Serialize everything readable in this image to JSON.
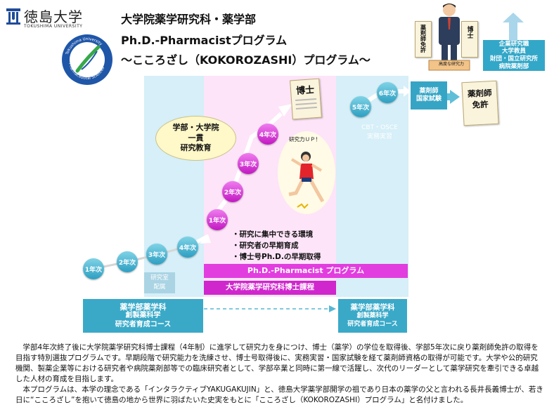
{
  "header": {
    "university_name": "徳島大学",
    "university_name_en": "TOKUSHIMA UNIVERSITY",
    "logo_text_top": "Tokushima University",
    "logo_text_bottom": "Pharmaceutical Sciences",
    "title_line1": "大学院薬学研究科・薬学部",
    "title_line2": "Ph.D.-Pharmacistプログラム",
    "title_line3": "～こころざし（KOKOROZASHI）プログラム～"
  },
  "career": {
    "research_badge": "高度な研究力",
    "paper_left": "薬剤師免許",
    "paper_right": "博士",
    "lines": [
      "企業研究職",
      "大学教員",
      "財団・国立研究所",
      "病院薬剤部"
    ]
  },
  "left_path": {
    "bubble": [
      "学部・大学院",
      "一貫",
      "研究教育"
    ],
    "steps": [
      "1年次",
      "2年次",
      "3年次",
      "4年次"
    ],
    "lab_label": [
      "研究室",
      "配属"
    ]
  },
  "middle_path": {
    "steps": [
      "1年次",
      "2年次",
      "3年次",
      "4年次"
    ],
    "hakase": "博士",
    "research_up": "研究力ＵＰ！",
    "bullets": [
      "・研究に集中できる環境",
      "・研究者の早期育成",
      "・博士号Ph.D.の早期取得"
    ],
    "bar_program": "Ph.D.-Pharmacist プログラム",
    "bar_course": "大学院薬学研究科博士課程"
  },
  "right_path": {
    "steps": [
      "5年次",
      "6年次"
    ],
    "osce": [
      "CBT・OSCE",
      "実務実習"
    ],
    "exam": [
      "薬剤師",
      "国家試験"
    ],
    "license": [
      "薬剤師",
      "免許"
    ]
  },
  "bottom_boxes": {
    "left": [
      "薬学部薬学科",
      "創製薬科学",
      "研究者育成コース"
    ],
    "right": [
      "薬学部薬学科",
      "創製薬科学",
      "研究者育成コース"
    ]
  },
  "description": {
    "p1": "学部4年次終了後に大学院薬学研究科博士課程（4年制）に進学して研究力を身につけ、博士（薬学）の学位を取得後、学部5年次に戻り薬剤師免許の取得を目指す特別選抜プログラムです。早期段階で研究能力を洗練させ、博士号取得後に、実務実習・国家試験を経て薬剤師資格の取得が可能です。大学や公的研究機関、製薬企業等における研究者や病院薬剤部等での臨床研究者として、学部卒業と同時に第一線で活躍し、次代のリーダーとして薬学研究を牽引できる卓越した人材の育成を目指します。",
    "p2": "本プログラムは、本学の理念である「インタラクティブYAKUGAKUJIN」と、徳島大学薬学部開学の祖であり日本の薬学の父と言われる長井長義博士が、若き日に“こころざし”を抱いて徳島の地から世界に羽ばたいた史実をもとに「こころざし（KOKOROZASHI）プログラム」と名付けました。"
  },
  "colors": {
    "light_blue": "#d4eef7",
    "pink_bg": "#fde3f8",
    "teal_box": "#37a9c9",
    "magenta": "#e53de0",
    "dark_magenta": "#cc22cc"
  }
}
